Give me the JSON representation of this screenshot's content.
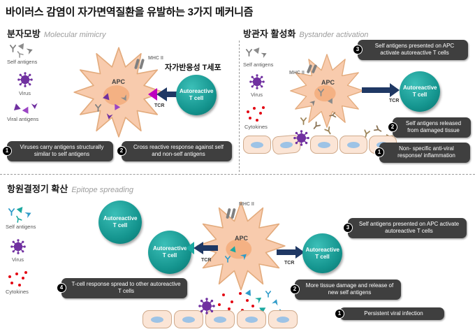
{
  "title": "바이러스 감염이 자가면역질환을 유발하는 3가지 메커니즘",
  "labels": {
    "apc": "APC",
    "mhc2": "MHC II",
    "tcr": "TCR",
    "tcell": "Autoreactive T cell"
  },
  "badges": {
    "b1": "1",
    "b2": "2",
    "b3": "3",
    "b4": "4"
  },
  "p1": {
    "ko": "분자모방",
    "en": "Molecular mimicry",
    "legend": [
      "Self antigens",
      "Virus",
      "Viral antigens"
    ],
    "tcell_ko": "자가반응성 T세포",
    "n1": "Viruses carry antigens structurally similar to self antigens",
    "n2": "Cross reactive response against self and non-self antigens"
  },
  "p2": {
    "ko": "방관자 활성화",
    "en": "Bystander activation",
    "legend": [
      "Self antigens",
      "Virus",
      "Cytokines"
    ],
    "n1": "Non- specific anti-viral response/ inflammation",
    "n2": "Self antigens released from damaged tissue",
    "n3": "Self antigens presented on APC activate autoreactive T cells"
  },
  "p3": {
    "ko": "항원결정기 확산",
    "en": "Epitope spreading",
    "legend": [
      "Self antigens",
      "Virus",
      "Cytokines"
    ],
    "n1": "Persistent viral infection",
    "n2": "More tissue damage and release of new self antigens",
    "n3": "Self antigens presented on APC activate autoreactive T cells",
    "n4": "T-cell response spread to other autoreactive T cells"
  },
  "colors": {
    "tcell_teal": "#14948e",
    "apc_peach": "#f8cbad",
    "apc_nucleus": "#f4b183",
    "arrow_navy": "#1f3864",
    "virus_purple": "#7030a0",
    "cytokine_red": "#e30613",
    "note_bg": "#3f3f3f",
    "tissue_cell": "#fbe5d6",
    "tissue_nucleus": "#9dc3e6",
    "magenta_arrow": "#bf00bf"
  }
}
